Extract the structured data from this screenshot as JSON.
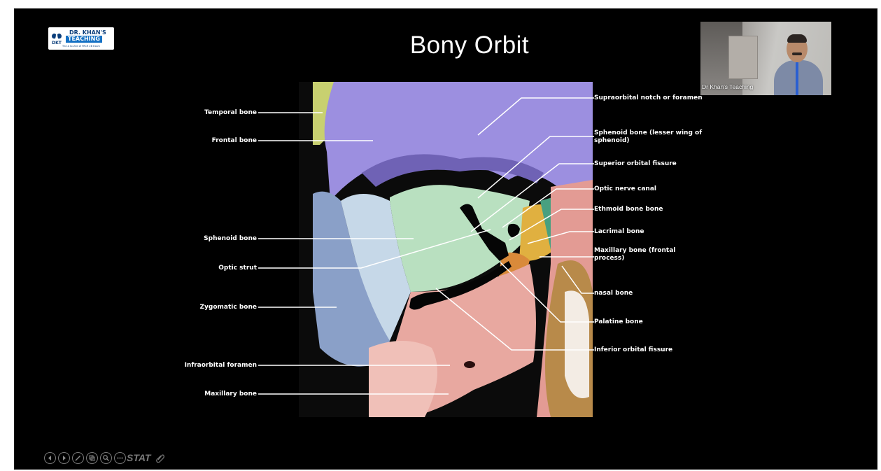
{
  "slide": {
    "title": "Bony Orbit",
    "logo": {
      "brand_line1": "DR. KHAN'S",
      "brand_line2": "TEACHING",
      "brand_abbr": "DKT",
      "tagline": "The A to Zee of FRCR 2B Exam"
    }
  },
  "webcam": {
    "caption": "Dr Khan's Teaching"
  },
  "labels": {
    "left": [
      "Temporal bone",
      "Frontal bone",
      "Sphenoid bone",
      "Optic strut",
      "Zygomatic bone",
      "Infraorbital foramen",
      "Maxillary bone"
    ],
    "right": [
      "Supraorbital notch or foramen",
      "Sphenoid bone (lesser wing of sphenoid)",
      "Superior orbital fissure",
      "Optic nerve canal",
      "Ethmoid bone bone",
      "Lacrimal bone",
      "Maxillary bone (frontal process)",
      "nasal bone",
      "Palatine bone",
      "Inferior orbital fissure"
    ]
  },
  "toolbar": {
    "buttons": [
      "previous-icon",
      "next-icon",
      "pen-icon",
      "slides-icon",
      "zoom-icon",
      "more-icon"
    ],
    "brand_text": "STAT",
    "extra_icon": "paperclip-icon"
  },
  "colors": {
    "background": "#000000",
    "frontal": "#9c8fe0",
    "sphenoid": "#b9e0c0",
    "zygomatic": "#8aa0c8",
    "maxillary": "#e8a8a0",
    "palatine": "#d98a3a",
    "ethmoid": "#e0b040",
    "temporal": "#c8d070"
  }
}
